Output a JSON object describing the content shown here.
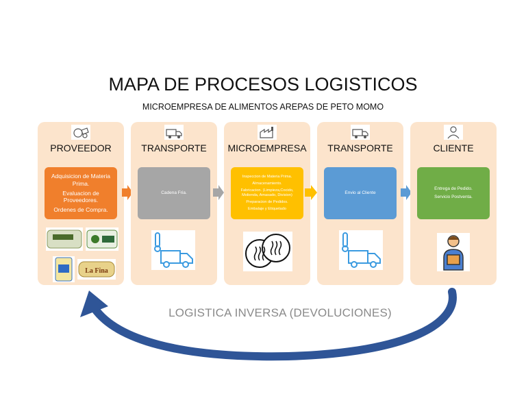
{
  "title": "MAPA DE PROCESOS LOGISTICOS",
  "subtitle": "MICROEMPRESA DE ALIMENTOS AREPAS DE PETO MOMO",
  "panels": [
    {
      "title": "PROVEEDOR",
      "icon": "supplier-icon",
      "color": "#f07f2c",
      "items": [
        "Adquisicion de Materia Prima.",
        "Evaluacion de Proveedores.",
        "Ordenes de Compra."
      ]
    },
    {
      "title": "TRANSPORTE",
      "icon": "truck-icon",
      "color": "#a6a6a6",
      "items": [
        "Cadena Fria."
      ]
    },
    {
      "title": "MICROEMPRESA",
      "icon": "factory-icon",
      "color": "#ffc000",
      "items": [
        "Inspeccion de Materia Prima.",
        "Almacenamiento.",
        "Fabricacion. (Limpieza,Cocido, Molienda, Amasado, Division)",
        "Preparacion de Pedidos.",
        "Embalaje y Etiquetado"
      ]
    },
    {
      "title": "TRANSPORTE",
      "icon": "truck-icon",
      "color": "#5b9bd5",
      "items": [
        "Envio al Cliente"
      ]
    },
    {
      "title": "CLIENTE",
      "icon": "customer-icon",
      "color": "#70ad47",
      "items": [
        "Entrega de Pedido.",
        "Servicio Postventa."
      ]
    }
  ],
  "inverse_label": "LOGISTICA INVERSA (DEVOLUCIONES)",
  "product_labels": [
    "La Fina"
  ]
}
